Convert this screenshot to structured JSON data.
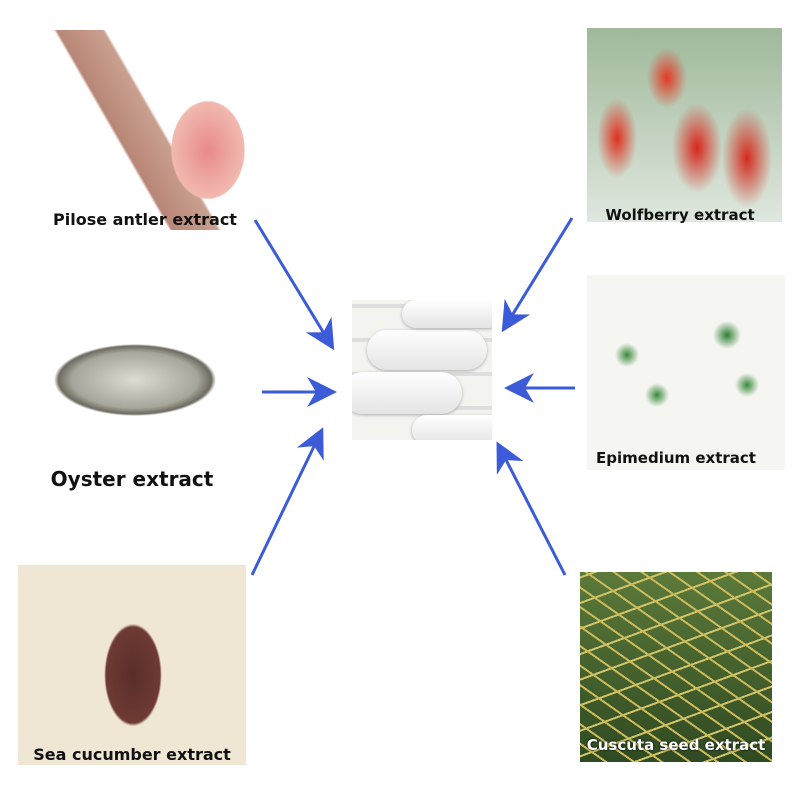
{
  "center": {
    "image": "white-capsules"
  },
  "ingredients": [
    {
      "label": "Pilose antler extract"
    },
    {
      "label": "Wolfberry extract"
    },
    {
      "label": "Oyster extract"
    },
    {
      "label": "Epimedium extract"
    },
    {
      "label": "Sea cucumber extract"
    },
    {
      "label": "Cuscuta seed extract"
    }
  ],
  "colors": {
    "arrow": "#3b5bd9"
  }
}
